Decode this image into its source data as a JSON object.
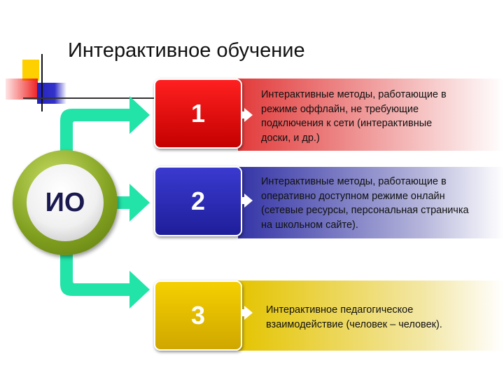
{
  "title": "Интерактивное обучение",
  "center_label": "ИО",
  "items": [
    {
      "number": "1",
      "color": "#d40000",
      "lines": [
        "Интерактивные методы, работающие в",
        "режиме оффлайн, не требующие",
        "подключения к сети  (интерактивные",
        "доски, и др.)"
      ]
    },
    {
      "number": "2",
      "color": "#2a2aa8",
      "lines": [
        "Интерактивные методы, работающие в",
        "оперативно доступном режиме онлайн",
        "(сетевые ресурсы, персональная страничка",
        "на школьном сайте)."
      ]
    },
    {
      "number": "3",
      "color": "#e0b800",
      "lines": [
        "Интерактивное педагогическое",
        "взаимодействие (человек – человек)."
      ]
    }
  ]
}
